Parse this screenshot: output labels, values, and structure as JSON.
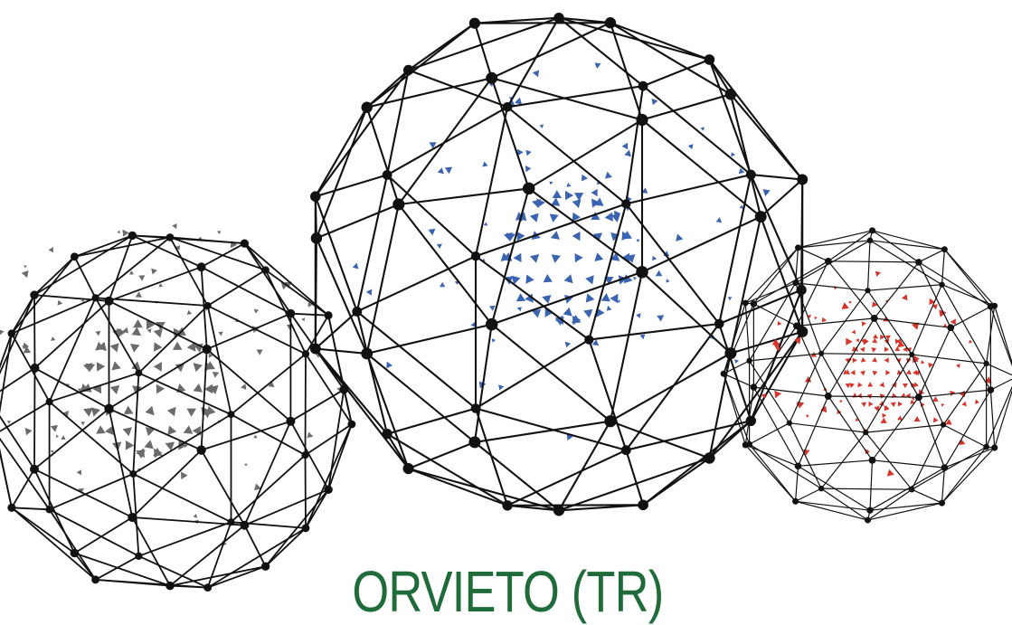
{
  "caption": {
    "text": "ORVIETO (TR)",
    "color": "#1f6b3a"
  },
  "illustration": {
    "wire_color": "#111111",
    "spheres": [
      {
        "name": "left-geodesic-sphere",
        "core_color": "#6b6b6b"
      },
      {
        "name": "center-geodesic-sphere",
        "core_color": "#3a63b0"
      },
      {
        "name": "right-geodesic-sphere",
        "core_color": "#d8342b"
      }
    ]
  }
}
